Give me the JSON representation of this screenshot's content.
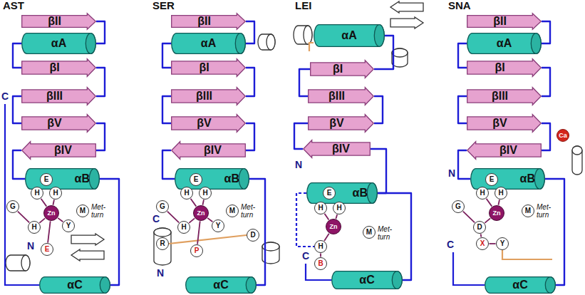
{
  "diagram": {
    "nodes": [
      {
        "text": [
          "βII"
        ]
      },
      {
        "text": [
          "αA"
        ]
      },
      {
        "text": [
          "βI"
        ]
      },
      {
        "text": [
          "βIII"
        ]
      },
      {
        "text": [
          "βV"
        ]
      },
      {
        "text": [
          "βIV"
        ]
      },
      {
        "text": [
          "αB"
        ]
      },
      {
        "text": [
          "E"
        ]
      },
      {
        "text": [
          "H"
        ]
      },
      {
        "text": [
          "H"
        ]
      },
      {
        "text": [
          "G"
        ]
      },
      {
        "text": [
          "Zn"
        ]
      },
      {
        "text": [
          "M"
        ]
      },
      {
        "text": [
          "H"
        ]
      },
      {
        "text": [
          "Y"
        ]
      },
      {
        "text": [
          "E"
        ]
      },
      {
        "text": [
          "αC"
        ]
      },
      {
        "text": [
          "βII"
        ]
      },
      {
        "text": [
          "αA"
        ]
      },
      {
        "text": [
          "βI"
        ]
      },
      {
        "text": [
          "βIII"
        ]
      },
      {
        "text": [
          "βV"
        ]
      },
      {
        "text": [
          "βIV"
        ]
      },
      {
        "text": [
          "αB"
        ]
      },
      {
        "text": [
          "E"
        ]
      },
      {
        "text": [
          "H"
        ]
      },
      {
        "text": [
          "H"
        ]
      },
      {
        "text": [
          "G"
        ]
      },
      {
        "text": [
          "Zn"
        ]
      },
      {
        "text": [
          "M"
        ]
      },
      {
        "text": [
          "H"
        ]
      },
      {
        "text": [
          "Y"
        ]
      },
      {
        "text": [
          "D"
        ]
      },
      {
        "text": [
          "R"
        ]
      },
      {
        "text": [
          "P"
        ]
      },
      {
        "text": [
          "αC"
        ]
      },
      {
        "text": [
          "αA"
        ]
      },
      {
        "text": [
          "βI"
        ]
      },
      {
        "text": [
          "βIII"
        ]
      },
      {
        "text": [
          "βV"
        ]
      },
      {
        "text": [
          "βIV"
        ]
      },
      {
        "text": [
          "αB"
        ]
      },
      {
        "text": [
          "E"
        ]
      },
      {
        "text": [
          "H"
        ]
      },
      {
        "text": [
          "H"
        ]
      },
      {
        "text": [
          "Zn"
        ]
      },
      {
        "text": [
          "M"
        ]
      },
      {
        "text": [
          "H"
        ]
      },
      {
        "text": [
          "B"
        ]
      },
      {
        "text": [
          "αC"
        ]
      },
      {
        "text": [
          "βII"
        ]
      },
      {
        "text": [
          "αA"
        ]
      },
      {
        "text": [
          "βI"
        ]
      },
      {
        "text": [
          "βIII"
        ]
      },
      {
        "text": [
          "βV"
        ]
      },
      {
        "text": [
          "Ca"
        ]
      },
      {
        "text": [
          "βIV"
        ]
      },
      {
        "text": [
          "αB"
        ]
      },
      {
        "text": [
          "E"
        ]
      },
      {
        "text": [
          "H"
        ]
      },
      {
        "text": [
          "H"
        ]
      },
      {
        "text": [
          "G"
        ]
      },
      {
        "text": [
          "Zn"
        ]
      },
      {
        "text": [
          "M"
        ]
      },
      {
        "text": [
          "D"
        ]
      },
      {
        "text": [
          "X"
        ]
      },
      {
        "text": [
          "Y"
        ]
      },
      {
        "text": [
          "αC"
        ]
      }
    ],
    "edges": [
      {
        "from": 0,
        "to": 1,
        "arrow": "none"
      },
      {
        "from": 1,
        "to": 2,
        "arrow": "none"
      },
      {
        "from": 2,
        "to": 3,
        "arrow": "none"
      },
      {
        "from": 3,
        "to": 4,
        "arrow": "none"
      },
      {
        "from": 4,
        "to": 5,
        "arrow": "none"
      },
      {
        "from": 5,
        "to": 6,
        "arrow": "none"
      },
      {
        "from": 6,
        "to": 16,
        "arrow": "none"
      },
      {
        "from": 8,
        "to": 11,
        "arrow": "none"
      },
      {
        "from": 9,
        "to": 11,
        "arrow": "none"
      },
      {
        "from": 13,
        "to": 11,
        "arrow": "none"
      },
      {
        "from": 11,
        "to": 14,
        "arrow": "none"
      },
      {
        "from": 11,
        "to": 15,
        "arrow": "none"
      },
      {
        "from": 10,
        "to": 13,
        "arrow": "none"
      },
      {
        "from": 17,
        "to": 18,
        "arrow": "none"
      },
      {
        "from": 18,
        "to": 19,
        "arrow": "none"
      },
      {
        "from": 19,
        "to": 20,
        "arrow": "none"
      },
      {
        "from": 20,
        "to": 21,
        "arrow": "none"
      },
      {
        "from": 21,
        "to": 22,
        "arrow": "none"
      },
      {
        "from": 22,
        "to": 23,
        "arrow": "none"
      },
      {
        "from": 23,
        "to": 35,
        "arrow": "none"
      },
      {
        "from": 25,
        "to": 28,
        "arrow": "none"
      },
      {
        "from": 26,
        "to": 28,
        "arrow": "none"
      },
      {
        "from": 30,
        "to": 28,
        "arrow": "none"
      },
      {
        "from": 28,
        "to": 31,
        "arrow": "none"
      },
      {
        "from": 28,
        "to": 34,
        "arrow": "none"
      },
      {
        "from": 27,
        "to": 30,
        "arrow": "none"
      },
      {
        "from": 36,
        "to": 37,
        "arrow": "none"
      },
      {
        "from": 37,
        "to": 38,
        "arrow": "none"
      },
      {
        "from": 38,
        "to": 39,
        "arrow": "none"
      },
      {
        "from": 39,
        "to": 40,
        "arrow": "none"
      },
      {
        "from": 40,
        "to": 41,
        "arrow": "none"
      },
      {
        "from": 41,
        "to": 49,
        "arrow": "none"
      },
      {
        "from": 43,
        "to": 45,
        "arrow": "none"
      },
      {
        "from": 44,
        "to": 45,
        "arrow": "none"
      },
      {
        "from": 45,
        "to": 47,
        "arrow": "none"
      },
      {
        "from": 47,
        "to": 48,
        "arrow": "none"
      },
      {
        "from": 50,
        "to": 51,
        "arrow": "none"
      },
      {
        "from": 51,
        "to": 52,
        "arrow": "none"
      },
      {
        "from": 52,
        "to": 53,
        "arrow": "none"
      },
      {
        "from": 53,
        "to": 54,
        "arrow": "none"
      },
      {
        "from": 54,
        "to": 56,
        "arrow": "none"
      },
      {
        "from": 56,
        "to": 57,
        "arrow": "none"
      },
      {
        "from": 57,
        "to": 67,
        "arrow": "none"
      },
      {
        "from": 59,
        "to": 62,
        "arrow": "none"
      },
      {
        "from": 60,
        "to": 62,
        "arrow": "none"
      },
      {
        "from": 62,
        "to": 64,
        "arrow": "none"
      },
      {
        "from": 61,
        "to": 64,
        "arrow": "none"
      },
      {
        "from": 64,
        "to": 65,
        "arrow": "none"
      },
      {
        "from": 65,
        "to": 66,
        "arrow": "none"
      }
    ],
    "labels": [
      "AST",
      "C",
      "N",
      "Met-turn",
      "SER",
      "C",
      "N",
      "Met-turn",
      "LEI",
      "N",
      "C",
      "Met-turn",
      "SNA",
      "N",
      "C",
      "Met-turn"
    ]
  }
}
